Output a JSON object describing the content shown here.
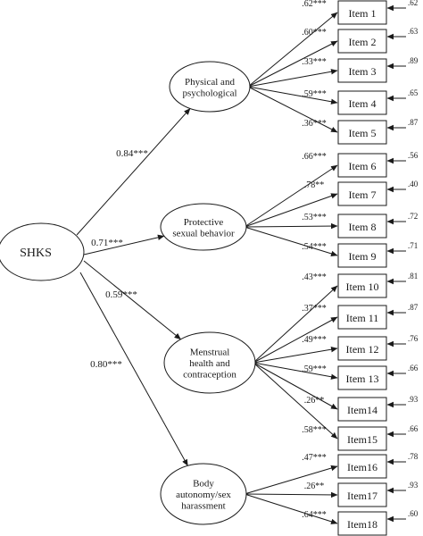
{
  "root": {
    "label": "SHKS"
  },
  "factors": [
    {
      "lines": [
        "Physical and",
        "psychological"
      ],
      "loading": "0.84***"
    },
    {
      "lines": [
        "Protective",
        "sexual behavior"
      ],
      "loading": "0.71***"
    },
    {
      "lines": [
        "Menstrual",
        "health and",
        "contraception"
      ],
      "loading": "0.59***"
    },
    {
      "lines": [
        "Body",
        "autonomy/sex",
        "harassment"
      ],
      "loading": "0.80***"
    }
  ],
  "items": [
    {
      "label": "Item 1",
      "factor": 0,
      "coef": ".62***",
      "error": ".62"
    },
    {
      "label": "Item 2",
      "factor": 0,
      "coef": ".60***",
      "error": ".63"
    },
    {
      "label": "Item 3",
      "factor": 0,
      "coef": ".33***",
      "error": ".89"
    },
    {
      "label": "Item 4",
      "factor": 0,
      "coef": ".59***",
      "error": ".65"
    },
    {
      "label": "Item 5",
      "factor": 0,
      "coef": ".36***",
      "error": ".87"
    },
    {
      "label": "Item 6",
      "factor": 1,
      "coef": ".66***",
      "error": ".56"
    },
    {
      "label": "Item 7",
      "factor": 1,
      "coef": ".78**",
      "error": ".40"
    },
    {
      "label": "Item 8",
      "factor": 1,
      "coef": ".53***",
      "error": ".72"
    },
    {
      "label": "Item 9",
      "factor": 1,
      "coef": ".54***",
      "error": ".71"
    },
    {
      "label": "Item 10",
      "factor": 2,
      "coef": ".43***",
      "error": ".81"
    },
    {
      "label": "Item 11",
      "factor": 2,
      "coef": ".37***",
      "error": ".87"
    },
    {
      "label": "Item 12",
      "factor": 2,
      "coef": ".49***",
      "error": ".76"
    },
    {
      "label": "Item 13",
      "factor": 2,
      "coef": ".59***",
      "error": ".66"
    },
    {
      "label": "Item14",
      "factor": 2,
      "coef": ".26**",
      "error": ".93"
    },
    {
      "label": "Item15",
      "factor": 2,
      "coef": ".58***",
      "error": ".66"
    },
    {
      "label": "Item16",
      "factor": 3,
      "coef": ".47***",
      "error": ".78"
    },
    {
      "label": "Item17",
      "factor": 3,
      "coef": ".26**",
      "error": ".93"
    },
    {
      "label": "Item18",
      "factor": 3,
      "coef": ".64***",
      "error": ".60"
    }
  ]
}
